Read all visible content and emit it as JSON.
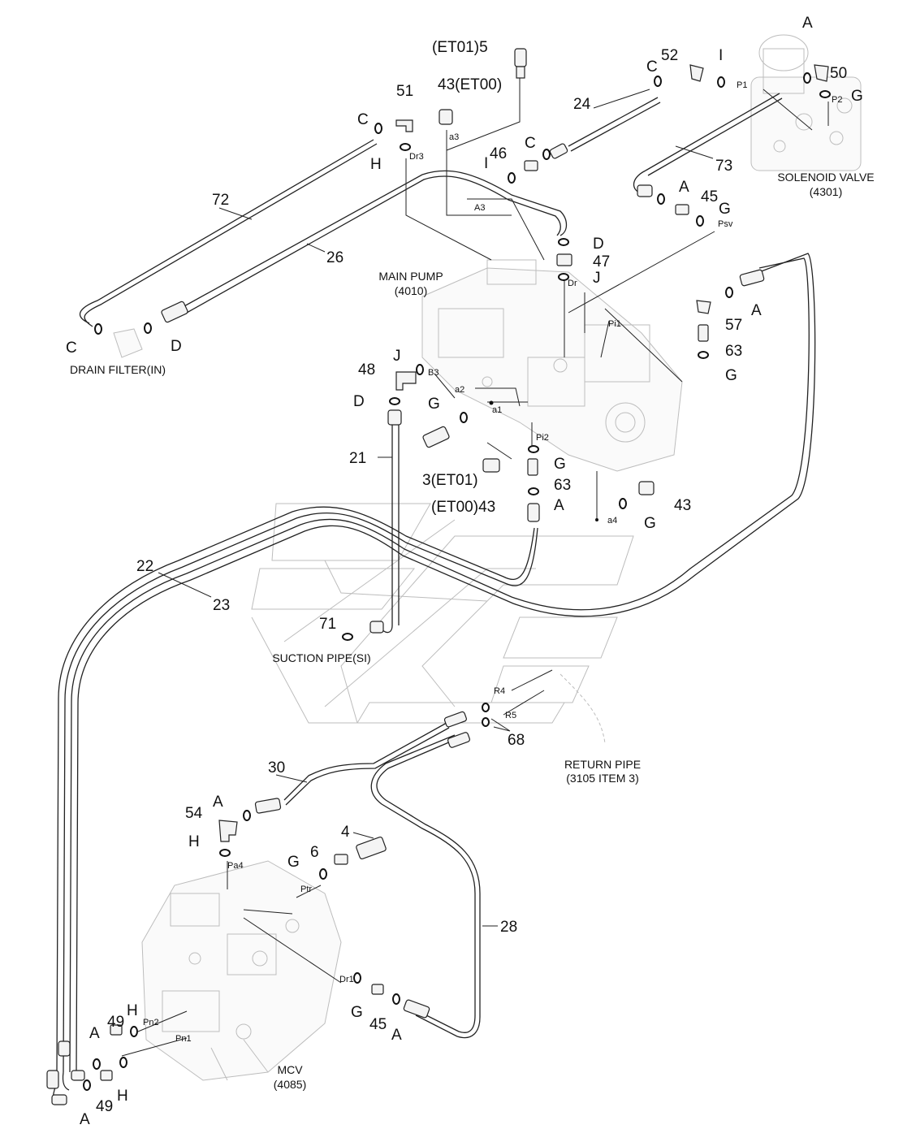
{
  "components": {
    "solenoid_valve": {
      "name": "SOLENOID VALVE",
      "code": "(4301)"
    },
    "main_pump": {
      "name": "MAIN PUMP",
      "code": "(4010)"
    },
    "drain_filter": {
      "name": "DRAIN FILTER(IN)"
    },
    "suction_pipe": {
      "name": "SUCTION PIPE(SI)"
    },
    "return_pipe": {
      "name": "RETURN PIPE",
      "code": "(3105 ITEM 3)"
    },
    "mcv": {
      "name": "MCV",
      "code": "(4085)"
    }
  },
  "callouts": {
    "et01_5": "(ET01)5",
    "c43_et00": "43(ET00)",
    "c3_et01": "3(ET01)",
    "et00_43": "(ET00)43",
    "n51": "51",
    "n52": "52",
    "n50": "50",
    "n24": "24",
    "n46": "46",
    "n45": "45",
    "n73": "73",
    "n72": "72",
    "n26": "26",
    "n47": "47",
    "n57": "57",
    "n63a": "63",
    "n48": "48",
    "n21": "21",
    "n63b": "63",
    "n43a": "43",
    "n22": "22",
    "n23": "23",
    "n71": "71",
    "n68": "68",
    "n30": "30",
    "n54": "54",
    "n4": "4",
    "n6": "6",
    "n28": "28",
    "n45b": "45",
    "n49a": "49",
    "n49b": "49",
    "A1": "A",
    "A2": "A",
    "A3": "A",
    "A4": "A",
    "A5": "A",
    "A6": "A",
    "A7": "A",
    "A8": "A",
    "C1": "C",
    "C2": "C",
    "C3": "C",
    "C4": "C",
    "I1": "I",
    "I2": "I",
    "G1": "G",
    "G2": "G",
    "G3": "G",
    "G4": "G",
    "G5": "G",
    "G6": "G",
    "G7": "G",
    "H1": "H",
    "H2": "H",
    "H3": "H",
    "H4": "H",
    "D1": "D",
    "D2": "D",
    "D3": "D",
    "J1": "J",
    "J2": "J"
  },
  "ports": {
    "p1": "P1",
    "p2": "P2",
    "a3": "a3",
    "A3": "A3",
    "dr3": "Dr3",
    "psv": "Psv",
    "dr": "Dr",
    "pi1": "Pi1",
    "b3": "B3",
    "a2": "a2",
    "a1": "a1",
    "pi2": "Pi2",
    "a4": "a4",
    "r4": "R4",
    "r5": "R5",
    "pa4": "Pa4",
    "ptr": "Ptr",
    "dr1": "Dr1",
    "pn2": "Pn2",
    "pn1": "Pn1"
  },
  "colors": {
    "line": "#222222",
    "ghost": "#bdbdbd",
    "background": "#ffffff"
  }
}
